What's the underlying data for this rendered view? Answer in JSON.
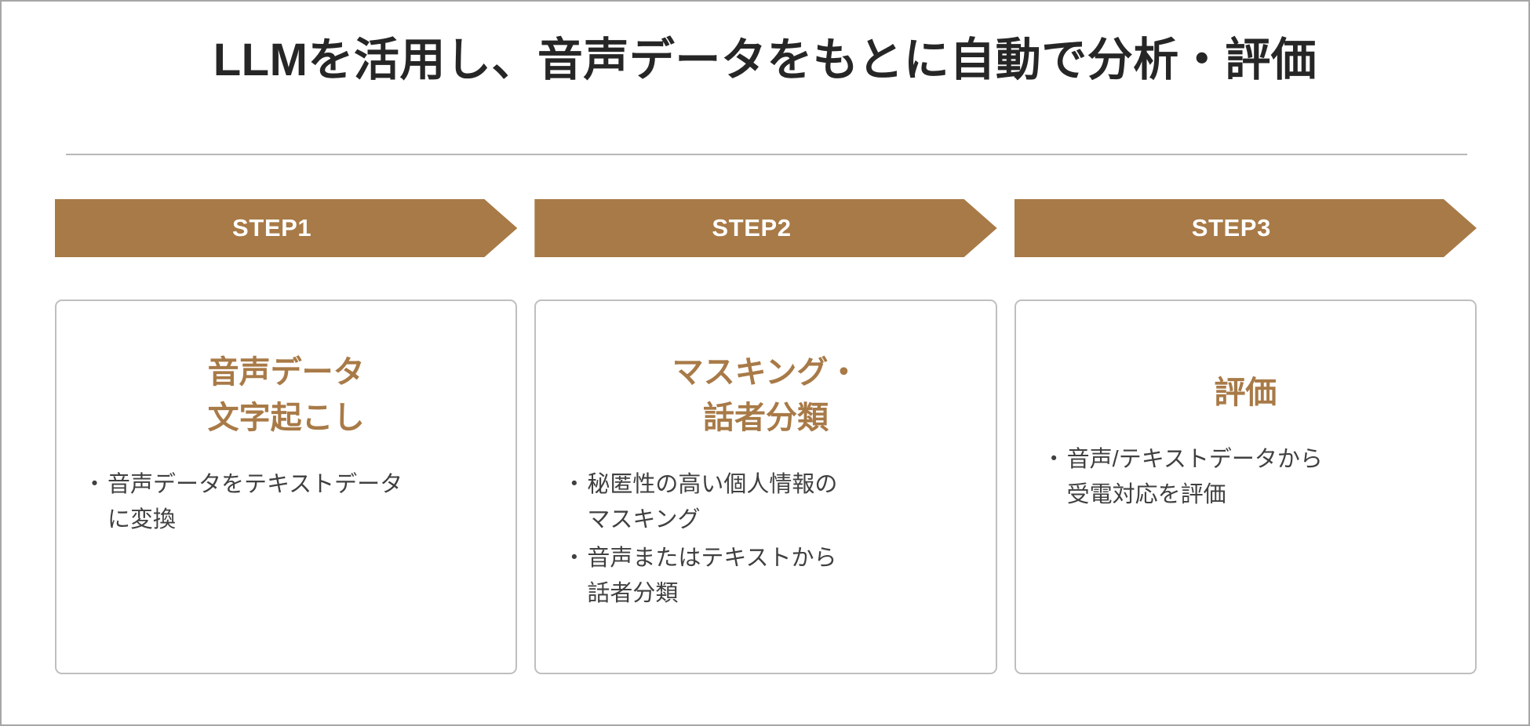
{
  "slide": {
    "title": "LLMを活用し、音声データをもとに自動で分析・評価",
    "accent_color": "#a87a47",
    "title_color": "#262626",
    "body_color": "#404040",
    "border_color": "#bfbfbf",
    "background": "#ffffff"
  },
  "steps": [
    {
      "label": "STEP1"
    },
    {
      "label": "STEP2"
    },
    {
      "label": "STEP3"
    }
  ],
  "cards": [
    {
      "heading": "音声データ\n文字起こし",
      "bullets": [
        {
          "marker": "・",
          "text": "音声データをテキストデータ\nに変換"
        }
      ]
    },
    {
      "heading": "マスキング・\n話者分類",
      "bullets": [
        {
          "marker": "・",
          "text": "秘匿性の高い個人情報の\nマスキング"
        },
        {
          "marker": "・",
          "text": "音声またはテキストから\n話者分類"
        }
      ]
    },
    {
      "heading": "評価",
      "bullets": [
        {
          "marker": "・",
          "text": "音声/テキストデータから\n受電対応を評価"
        }
      ]
    }
  ]
}
